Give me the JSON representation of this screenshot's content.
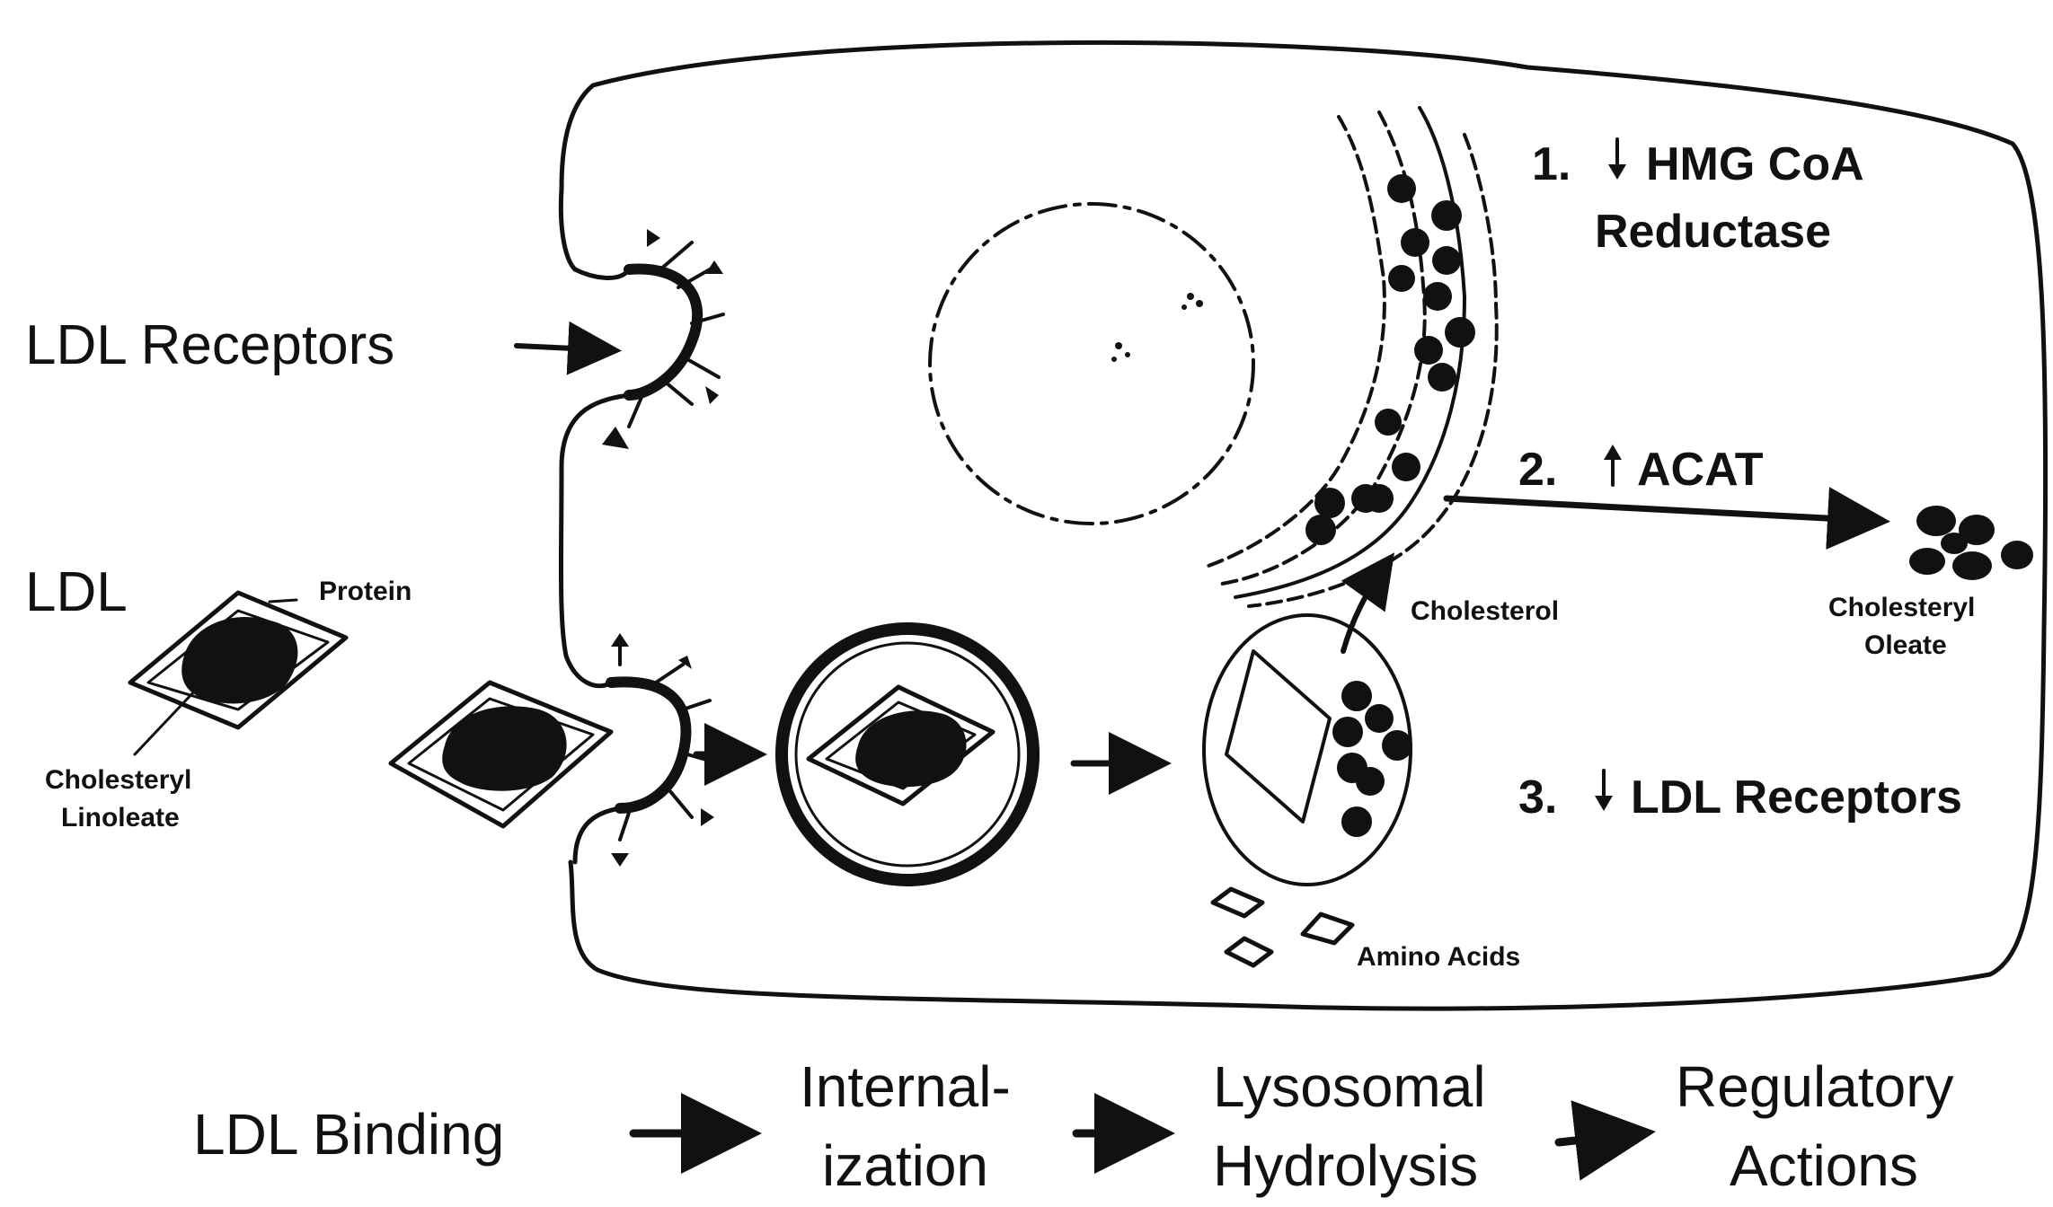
{
  "labels": {
    "ldl_receptors": "LDL Receptors",
    "ldl": "LDL",
    "protein": "Protein",
    "cholesteryl_linoleate_1": "Cholesteryl",
    "cholesteryl_linoleate_2": "Linoleate",
    "cholesterol": "Cholesterol",
    "cholesteryl_oleate_1": "Cholesteryl",
    "cholesteryl_oleate_2": "Oleate",
    "amino_acids": "Amino Acids"
  },
  "regulatory_effects": [
    {
      "number": "1.",
      "direction": "down",
      "line1": "HMG CoA",
      "line2": "Reductase"
    },
    {
      "number": "2.",
      "direction": "up",
      "line1": "ACAT",
      "line2": ""
    },
    {
      "number": "3.",
      "direction": "down",
      "line1": "LDL Receptors",
      "line2": ""
    }
  ],
  "flow_steps": [
    {
      "line1": "LDL Binding",
      "line2": ""
    },
    {
      "line1": "Internal-",
      "line2": "ization"
    },
    {
      "line1": "Lysosomal",
      "line2": "Hydrolysis"
    },
    {
      "line1": "Regulatory",
      "line2": "Actions"
    }
  ],
  "colors": {
    "ink": "#111111",
    "background": "#ffffff"
  }
}
